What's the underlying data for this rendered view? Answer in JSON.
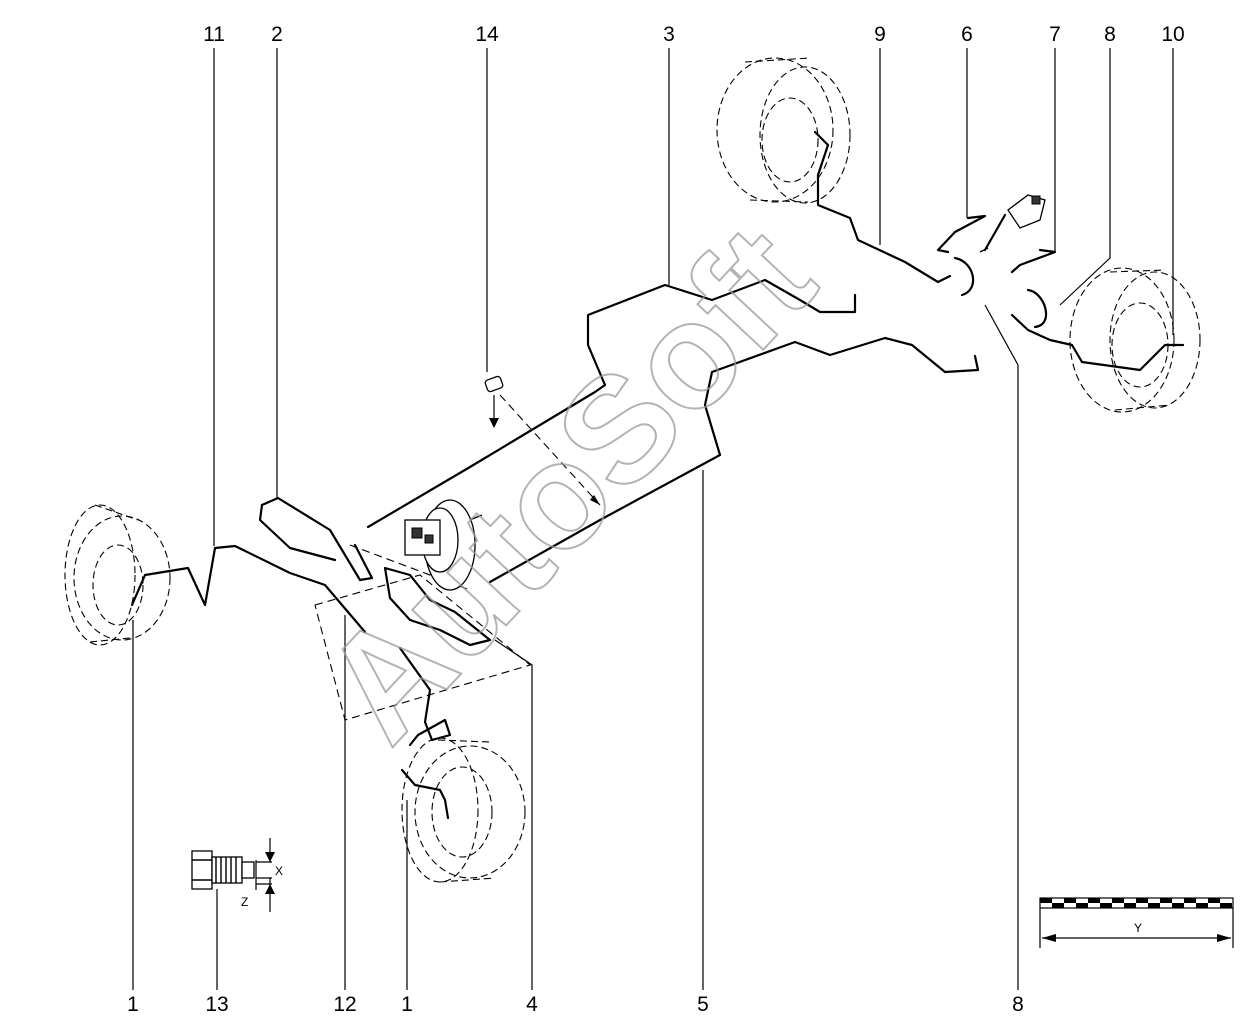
{
  "callouts": {
    "top": [
      "11",
      "2",
      "14",
      "3",
      "9",
      "6",
      "7",
      "8",
      "10"
    ],
    "bottom": [
      "1",
      "13",
      "12",
      "1",
      "4",
      "5",
      "8"
    ]
  },
  "dimensions": {
    "x": "X",
    "z": "Z",
    "y": "Y"
  },
  "watermark": "AutoSoft"
}
